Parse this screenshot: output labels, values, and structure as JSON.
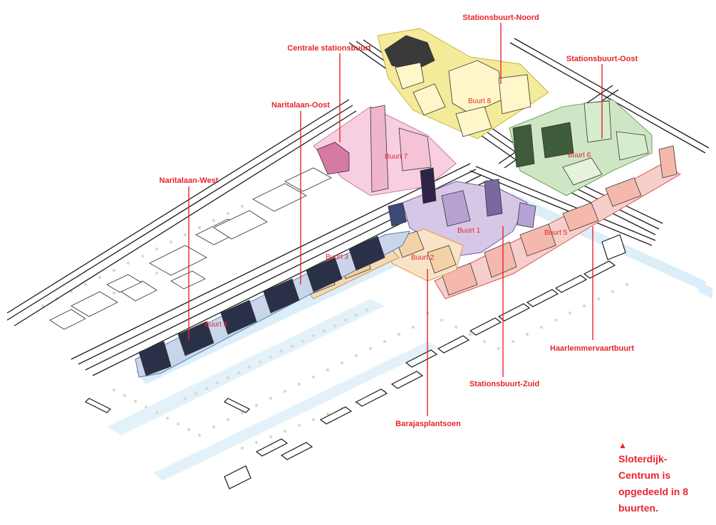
{
  "neighbourhoods": [
    {
      "name": "Stationsbuurt-Noord",
      "buurt": "Buurt 8",
      "color": "#f3ea9a"
    },
    {
      "name": "Centrale stationsbuurt",
      "buurt": "Buurt 7",
      "color": "#f7cfe0"
    },
    {
      "name": "Stationsbuurt-Oost",
      "buurt": "Buurt 6",
      "color": "#cfe6c5"
    },
    {
      "name": "Naritalaan-Oost",
      "buurt": "Buurt 3",
      "color": "#f3d9b5"
    },
    {
      "name": "Naritalaan-West",
      "buurt": "Buurt 4",
      "color": "#c9d6ea"
    },
    {
      "name": "Stationsbuurt-Zuid",
      "buurt": "Buurt 1",
      "color": "#d7c7e6"
    },
    {
      "name": "Barajasplantsoen",
      "buurt": "Buurt 2",
      "color": "#f8e3c6"
    },
    {
      "name": "Haarlemmervaartbuurt",
      "buurt": "Buurt 5",
      "color": "#f6cfcb"
    }
  ],
  "caption": {
    "marker": "▲",
    "lines": [
      "Sloterdijk-",
      "Centrum is",
      "opgedeeld in 8",
      "buurten."
    ]
  },
  "colors": {
    "label": "#e8242c",
    "water": "#dbeef9",
    "trees": "#d9dcbf",
    "buildings_outline": "#333333"
  }
}
